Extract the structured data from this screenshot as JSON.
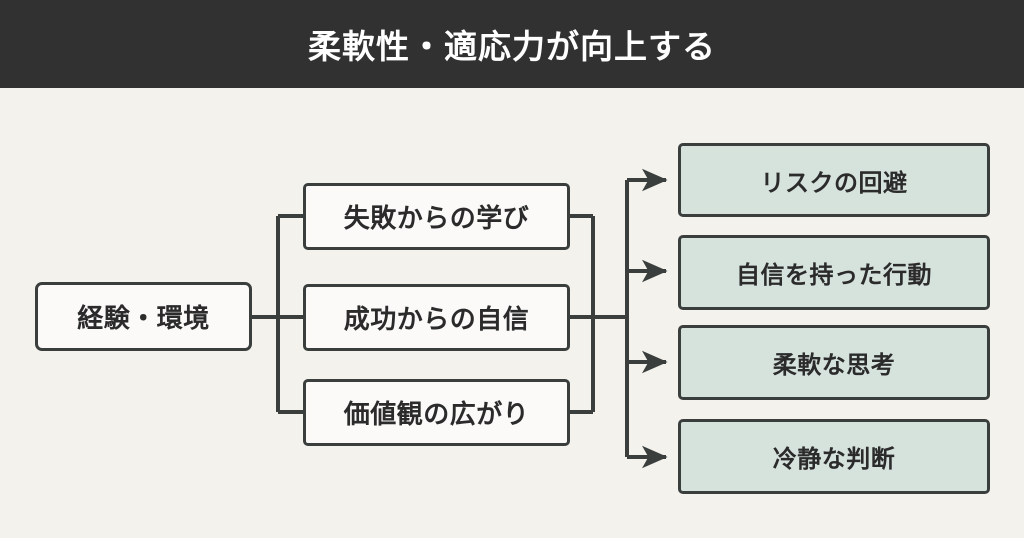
{
  "header": {
    "title": "柔軟性・適応力が向上する",
    "background_color": "#313131",
    "text_color": "#ffffff"
  },
  "canvas": {
    "background_color": "#f4f2ed",
    "line_color": "#3a3f3d"
  },
  "diagram": {
    "type": "flow-tree",
    "root": {
      "label": "経験・環境",
      "fill_color": "#fbfaf8",
      "border_color": "#3a3f3d"
    },
    "middle_nodes": [
      {
        "label": "失敗からの学び",
        "fill_color": "#fbfaf8"
      },
      {
        "label": "成功からの自信",
        "fill_color": "#fbfaf8"
      },
      {
        "label": "価値観の広がり",
        "fill_color": "#fbfaf8"
      }
    ],
    "outcome_nodes": [
      {
        "label": "リスクの回避",
        "fill_color": "#d6e2dc"
      },
      {
        "label": "自信を持った行動",
        "fill_color": "#d6e2dc"
      },
      {
        "label": "柔軟な思考",
        "fill_color": "#d6e2dc"
      },
      {
        "label": "冷静な判断",
        "fill_color": "#d6e2dc"
      }
    ]
  }
}
